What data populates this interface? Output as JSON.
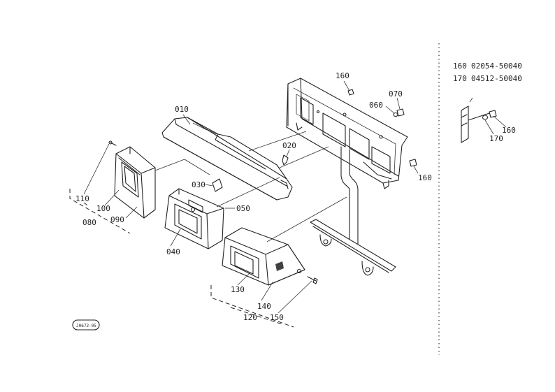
{
  "callouts": {
    "p010": "010",
    "p020": "020",
    "p030": "030",
    "p040": "040",
    "p050": "050",
    "p060": "060",
    "p070": "070",
    "p080": "080",
    "p090": "090",
    "p100": "100",
    "p110": "110",
    "p120": "120",
    "p130": "130",
    "p140": "140",
    "p150": "150",
    "p160a": "160",
    "p160b": "160",
    "p160c": "160",
    "p170": "170"
  },
  "legend": [
    {
      "ref": "160",
      "part_no": "02054-50040"
    },
    {
      "ref": "170",
      "part_no": "04512-50040"
    }
  ],
  "drawing_code": "J0672-05"
}
